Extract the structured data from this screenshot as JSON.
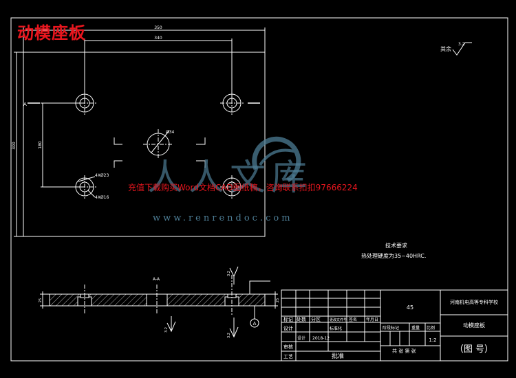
{
  "sheet_title": "动模座板",
  "colors": {
    "background": "#000000",
    "line": "#ffffff",
    "title_red": "#e8161e",
    "watermark_blue": "#4d7d95"
  },
  "plan_view": {
    "dim_width": "350",
    "dim_hole_spacing": "340",
    "dim_height": "300",
    "dim_hole_vertical": "180",
    "center_hole_callout": "Ø34",
    "counterbore_callout": "4XØ23",
    "through_hole_callout": "4XØ16",
    "section_mark": "A"
  },
  "section_view": {
    "title": "A-A",
    "dim_thickness_left": "25",
    "dim_thickness_right": "25",
    "roughness_values": [
      "3.2",
      "3.2",
      "3.2"
    ],
    "datum_label": "A"
  },
  "surface_note": {
    "label": "其余",
    "value": "3.2"
  },
  "tech_requirements": {
    "title": "技术要求",
    "line1": "热处理硬度为35~40HRC."
  },
  "title_block": {
    "material": "45",
    "school": "河南机电高等专科学校",
    "part_name": "动模座板",
    "drawing_no": "（图  号）",
    "scale": "1:2",
    "date": "2018-12",
    "designer": "设计",
    "header_labels": [
      "标记",
      "处数",
      "分区",
      "更改文件号",
      "签名",
      "年月日"
    ],
    "row_labels": [
      "设计",
      "审核",
      "工艺"
    ],
    "std_label": "标准化",
    "approve_label": "批准",
    "stage_labels": [
      "阶段标记",
      "重量",
      "比例"
    ],
    "sheet_label": "共  张  第  张"
  },
  "watermark": {
    "text": "充值下载购买Word文档CAD图纸稿，咨询联系扣扣97666224",
    "logo_text": "人人文库",
    "url": "www.renrendoc.com"
  }
}
